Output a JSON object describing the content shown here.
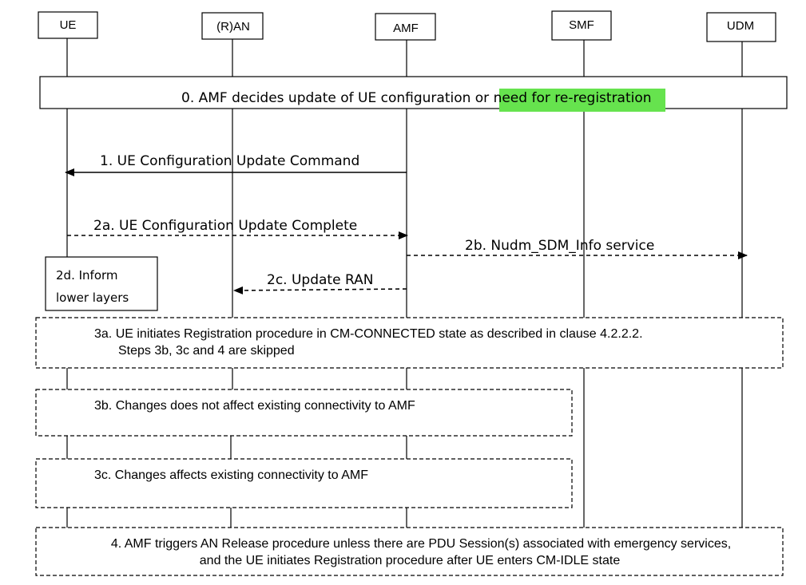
{
  "participants": [
    {
      "id": "ue",
      "label": "UE"
    },
    {
      "id": "ran",
      "label": "(R)AN"
    },
    {
      "id": "amf",
      "label": "AMF"
    },
    {
      "id": "smf",
      "label": "SMF"
    },
    {
      "id": "udm",
      "label": "UDM"
    }
  ],
  "step0": {
    "text_a": "0.  AMF decides update of UE configuration or ",
    "text_b": "need for re-registration",
    "highlight_color": "#66e34e"
  },
  "messages": {
    "m1": "1. UE Configuration Update Command",
    "m2a": "2a. UE Configuration Update Complete",
    "m2b": "2b. Nudm_SDM_Info service",
    "m2c": "2c. Update RAN"
  },
  "inform_box": {
    "line1": "2d. Inform",
    "line2": "lower layers"
  },
  "step3a": {
    "line1": "3a. UE initiates Registration procedure in CM-CONNECTED state as described in clause 4.2.2.2.",
    "line2": "Steps 3b, 3c and 4 are skipped"
  },
  "step3b": {
    "line1": "3b. Changes does not affect existing connectivity to AMF"
  },
  "step3c": {
    "line1": "3c. Changes affects existing connectivity to AMF"
  },
  "step4": {
    "line1": "4. AMF triggers AN Release procedure unless there are PDU Session(s) associated with emergency services,",
    "line2": "and the UE initiates Registration procedure after UE enters CM-IDLE state"
  }
}
